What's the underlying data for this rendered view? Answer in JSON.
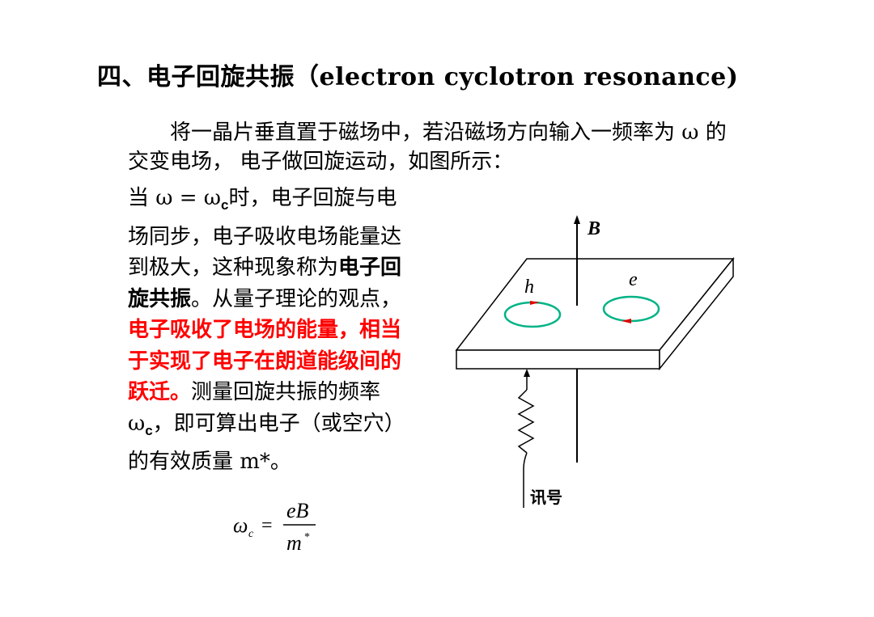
{
  "slide": {
    "title": "四、电子回旋共振（electron cyclotron resonance)",
    "intro": "将一晶片垂直置于磁场中，若沿磁场方向输入一频率为 ω 的交变电场， 电子做回旋运动，如图所示：",
    "body": {
      "p1": "当 ω = ω",
      "sub_c": "c",
      "p2": "时，电子回旋与电场同步，电子吸收电场能量达到极大，这种现象称为",
      "term": "电子回旋共振",
      "p3": "。从量子理论的观点，",
      "highlight": "电子吸收了电场的能量，相当于实现了电子在朗道能级间的跃迁。",
      "p4": "测量回旋共振的频率ω",
      "sub_c2": "c",
      "p5": "，即可算出电子（或空穴）的有效质量 m*。"
    }
  },
  "diagram": {
    "label_B": "B",
    "label_h": "h",
    "label_e": "e",
    "label_signal": "讯号",
    "colors": {
      "orbit": "#00b386",
      "arrow": "#e00000"
    }
  },
  "formula": {
    "lhs": "ω",
    "lhs_sub": "c",
    "equals": "=",
    "numerator": "eB",
    "denominator": "m",
    "sup": "*"
  }
}
